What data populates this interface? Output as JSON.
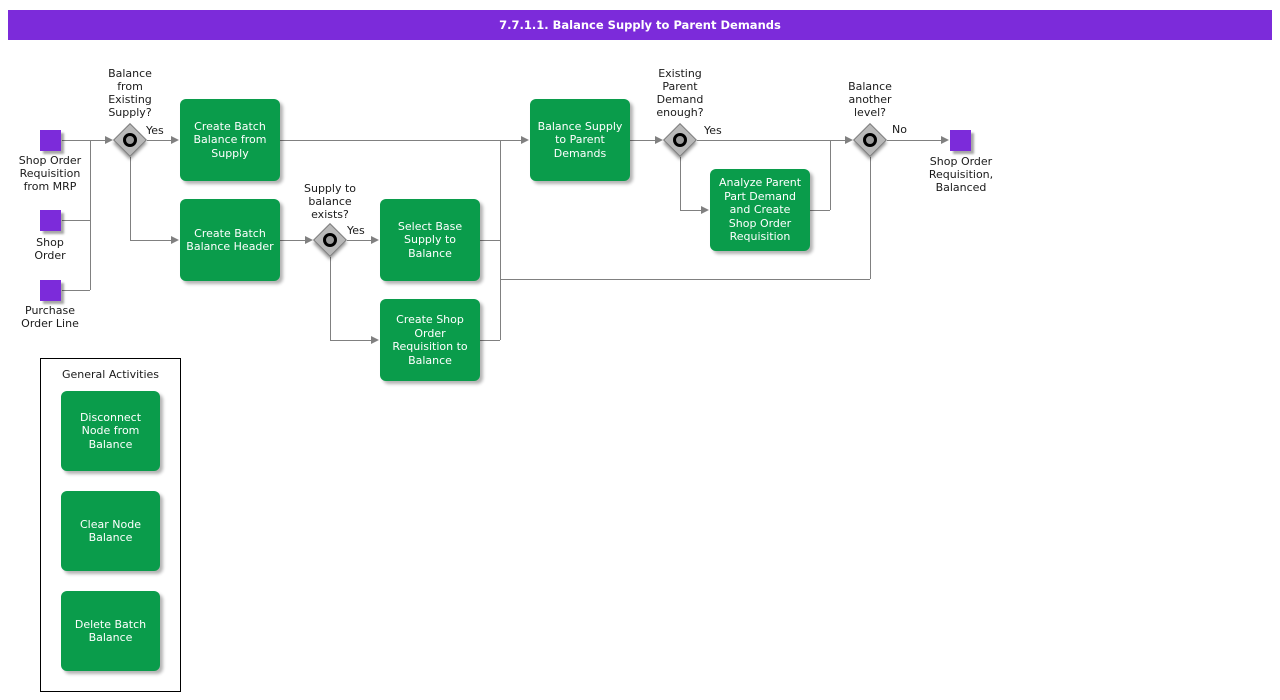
{
  "title_bar": {
    "text": "7.7.1.1. Balance Supply to Parent Demands"
  },
  "colors": {
    "purple": "#7C2BDA",
    "activity_green": "#0A9C4B",
    "connector_gray": "#808080"
  },
  "start_nodes": [
    {
      "label": "Shop Order Requisition from MRP"
    },
    {
      "label": "Shop Order"
    },
    {
      "label": "Purchase Order Line"
    }
  ],
  "end_node": {
    "label": "Shop Order Requisition, Balanced"
  },
  "decisions": [
    {
      "label": "Balance from Existing Supply?",
      "branch": "Yes"
    },
    {
      "label": "Supply to balance exists?",
      "branch": "Yes"
    },
    {
      "label": "Existing Parent Demand enough?",
      "branch": "Yes"
    },
    {
      "label": "Balance another level?",
      "branch": "No"
    }
  ],
  "activities": [
    {
      "label": "Create Batch Balance from Supply"
    },
    {
      "label": "Create Batch Balance Header"
    },
    {
      "label": "Select Base Supply to Balance"
    },
    {
      "label": "Create Shop Order Requisition to Balance"
    },
    {
      "label": "Balance Supply to Parent Demands"
    },
    {
      "label": "Analyze Parent Part Demand and Create Shop Order Requisition"
    }
  ],
  "general_activities": {
    "title": "General Activities",
    "items": [
      {
        "label": "Disconnect Node from Balance"
      },
      {
        "label": "Clear Node Balance"
      },
      {
        "label": "Delete Batch Balance"
      }
    ]
  }
}
